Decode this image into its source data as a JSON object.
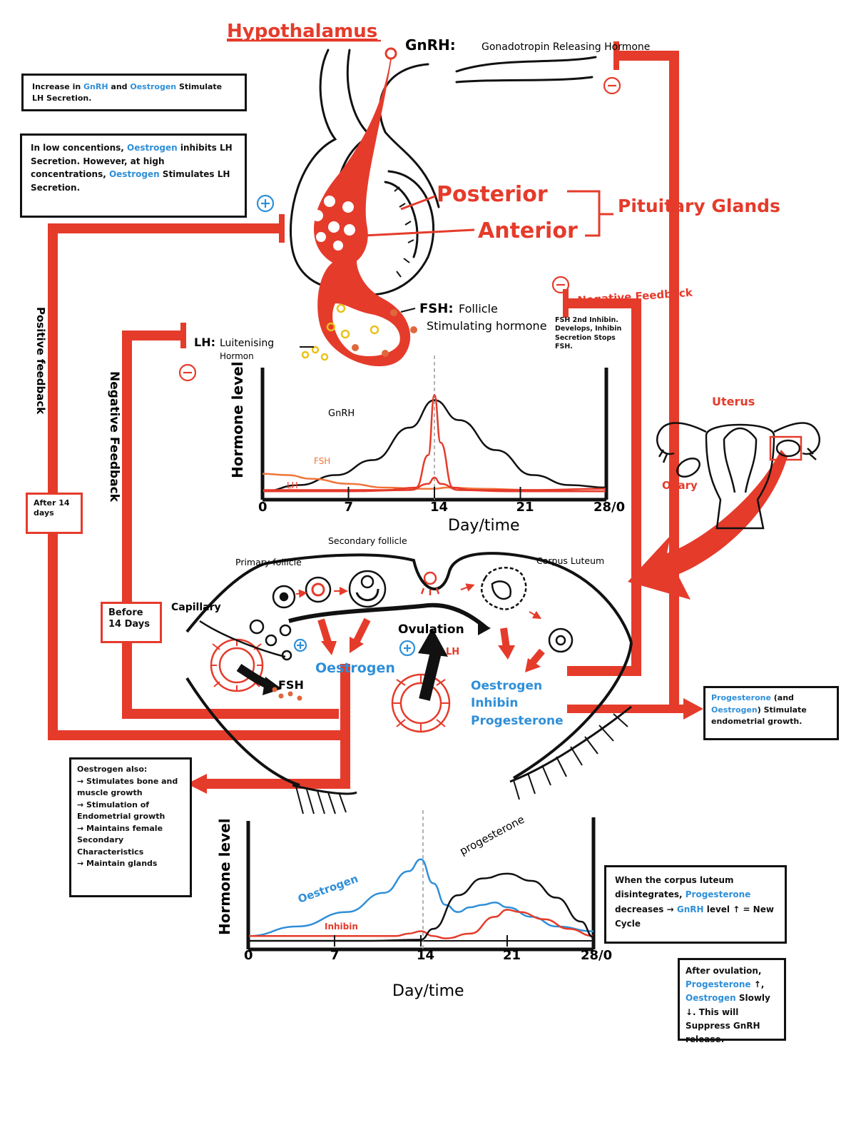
{
  "title": "Hypothalamus",
  "labels": {
    "gnrh_short": "GnRH:",
    "gnrh_full": "Gonadotropin Releasing Hormone",
    "posterior": "Posterior",
    "anterior": "Anterior",
    "pituitary_glands": "Pituitary Glands",
    "fsh_short": "FSH:",
    "fsh_full_1": "Follicle",
    "fsh_full_2": "Stimulating hormone",
    "lh_short": "LH:",
    "lh_full_1": "Luitenising",
    "lh_full_2": "Hormon",
    "negative_feedback_right": "Negative Feedback",
    "negative_feedback_left": "Negative Feedback",
    "positive_feedback": "Positive feedback",
    "after_days": "After 14 days",
    "before_days": "Before 14 Days",
    "uterus": "Uterus",
    "ovary": "Ovary",
    "primary_follicle": "Primary follicle",
    "secondary_follicle": "Secondary follicle",
    "corpus_luteum": "Corpus Luteum",
    "capillary": "Capillary",
    "ovulation": "Ovulation",
    "lh_small": "LH",
    "fsh_small": "FSH",
    "oestrogen": "Oestrogen",
    "oestrogen_group": [
      "Oestrogen",
      "Inhibin",
      "Progesterone"
    ],
    "fsh_note": "FSH 2nd Inhibin. Develops, Inhibin Secretion Stops FSH."
  },
  "notes": {
    "note1": {
      "a": "Increase in ",
      "b": "GnRH",
      "c": " and ",
      "d": "Oestrogen",
      "e": " Stimulate LH Secretion."
    },
    "note2": {
      "a": "In low concentions, ",
      "b": "Oestrogen",
      "c": " inhibits LH Secretion. However, at high concentrations, ",
      "d": "Oestrogen",
      "e": " Stimulates LH Secretion."
    },
    "note3": {
      "title": "Oestrogen also:",
      "items": [
        "Stimulates bone and muscle growth",
        "Stimulation of Endometrial growth",
        "Maintains female Secondary Characteristics",
        "Maintain glands"
      ]
    },
    "note4": {
      "a": "Progesterone",
      "b": " (and ",
      "c": "Oestrogen",
      "d": ") Stimulate endometrial growth."
    },
    "note5": {
      "a": "When the corpus luteum disintegrates, ",
      "b": "Progesterone",
      "c": " decreases → ",
      "d": "GnRH",
      "e": " level ↑ = New Cycle"
    },
    "note6": {
      "a": "After ovulation, ",
      "b": "Progesterone",
      "c": " ↑, ",
      "d": "Oestrogen",
      "e": " Slowly ↓. This will Suppress GnRH release."
    }
  },
  "colors": {
    "red": "#e53b2b",
    "blue": "#2f8fd8",
    "orange": "#f0753a",
    "black": "#111111"
  },
  "chart_data": [
    {
      "type": "line",
      "ylabel": "Hormone level",
      "xlabel": "Day/time",
      "xticks": [
        "0",
        "7",
        "14",
        "21",
        "28/0"
      ],
      "xlim": [
        0,
        28
      ],
      "series": [
        {
          "name": "GnRH",
          "color": "#111111",
          "x": [
            0,
            3,
            6,
            9,
            12,
            14,
            16,
            19,
            22,
            25,
            28
          ],
          "y": [
            1,
            6,
            14,
            26,
            52,
            74,
            58,
            34,
            14,
            6,
            4
          ]
        },
        {
          "name": "FSH",
          "color": "#f0753a",
          "x": [
            0,
            2,
            4,
            7,
            10,
            13,
            14,
            15,
            18,
            22,
            28
          ],
          "y": [
            15,
            14,
            11,
            7,
            4,
            3,
            3,
            4,
            3,
            2,
            3
          ]
        },
        {
          "name": "LH",
          "color": "#e53b2b",
          "x": [
            0,
            3,
            7,
            10,
            12.5,
            13.5,
            14,
            14.5,
            15.5,
            17,
            22,
            28
          ],
          "y": [
            2,
            2,
            2,
            2,
            4,
            30,
            78,
            40,
            4,
            2,
            2,
            3
          ]
        },
        {
          "name": "",
          "color": "#e53b2b",
          "x": [
            0,
            7,
            12,
            13.5,
            14,
            14.5,
            16,
            20,
            28
          ],
          "y": [
            1,
            1,
            2,
            7,
            12,
            7,
            2,
            1,
            1
          ]
        }
      ]
    },
    {
      "type": "line",
      "ylabel": "Hormone level",
      "xlabel": "Day/time",
      "xticks": [
        "0",
        "7",
        "14",
        "21",
        "28/0"
      ],
      "xlim": [
        0,
        28
      ],
      "series": [
        {
          "name": "Oestrogen",
          "color": "#2f8fd8",
          "x": [
            0,
            4,
            8,
            11,
            13,
            14,
            15,
            16,
            17,
            18,
            19,
            20,
            21,
            23,
            25,
            28
          ],
          "y": [
            4,
            12,
            24,
            40,
            58,
            68,
            48,
            30,
            24,
            28,
            30,
            32,
            28,
            20,
            12,
            8
          ]
        },
        {
          "name": "Inhibin",
          "color": "#e53b2b",
          "x": [
            0,
            6,
            12,
            13,
            14,
            15,
            16,
            18,
            20,
            21,
            22,
            24,
            26,
            28
          ],
          "y": [
            4,
            4,
            4,
            6,
            8,
            4,
            2,
            6,
            20,
            26,
            24,
            18,
            10,
            4
          ]
        },
        {
          "name": "progesterone",
          "color": "#111111",
          "x": [
            0,
            10,
            14,
            15,
            17,
            19,
            21,
            23,
            25,
            27,
            28
          ],
          "y": [
            0,
            0,
            1,
            10,
            38,
            52,
            56,
            50,
            36,
            16,
            3
          ]
        }
      ]
    }
  ]
}
